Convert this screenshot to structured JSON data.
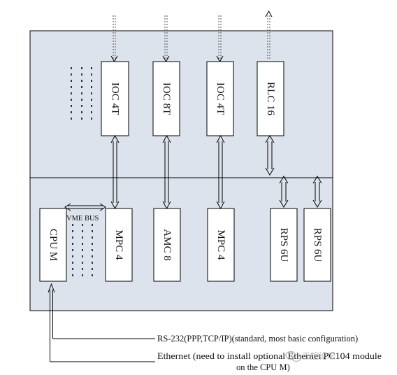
{
  "colors": {
    "panel_fill": "#dde3ec",
    "stroke": "#000000",
    "text": "#111111",
    "watermark": "#9a9a9a"
  },
  "top_modules": [
    {
      "id": "ioc1",
      "label": "IOC 4T"
    },
    {
      "id": "ioc2",
      "label": "IOC 8T"
    },
    {
      "id": "ioc3",
      "label": "IOC 4T"
    },
    {
      "id": "rlc",
      "label": "RLC 16"
    }
  ],
  "bottom_modules": [
    {
      "id": "cpu",
      "label": "CPU M"
    },
    {
      "id": "mpc1",
      "label": "MPC 4"
    },
    {
      "id": "amc",
      "label": "AMC 8"
    },
    {
      "id": "mpc2",
      "label": "MPC 4"
    },
    {
      "id": "rps1",
      "label": "RPS 6U"
    },
    {
      "id": "rps2",
      "label": "RPS 6U"
    }
  ],
  "bus_label": "VME BUS",
  "connections": {
    "rs232": "RS-232(PPP,TCP/IP)(standard, most basic configuration)",
    "ethernet_line1": "Ethernet (need to install optional Ethernet PC104 module",
    "ethernet_line2": "on the CPU M)"
  },
  "watermark": {
    "text": "工控论坛",
    "icon": "wechat-icon"
  }
}
